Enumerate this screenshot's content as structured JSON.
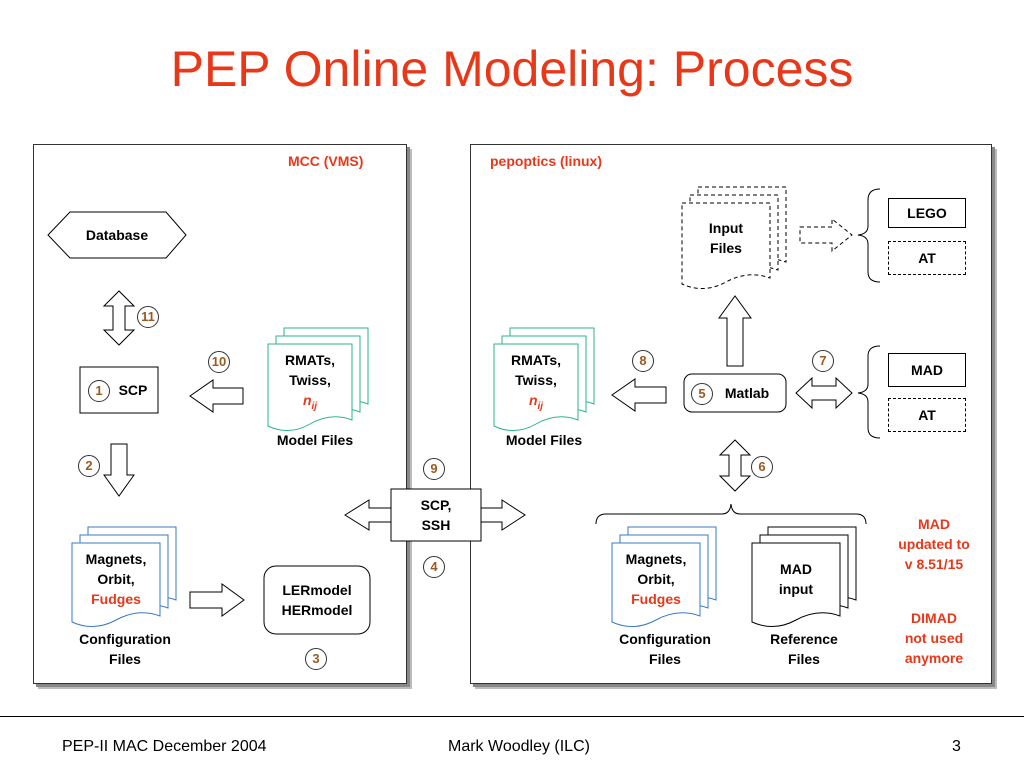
{
  "title": "PEP Online Modeling: Process",
  "left_panel": {
    "title": "MCC (VMS)",
    "database": "Database",
    "scp_label": "SCP",
    "model_files": {
      "line1": "RMATs,",
      "line2": "Twiss,",
      "line3": "n",
      "sub": "ij"
    },
    "model_files_caption": "Model Files",
    "config_files": {
      "line1": "Magnets,",
      "line2": "Orbit,",
      "line3": "Fudges"
    },
    "config_caption_1": "Configuration",
    "config_caption_2": "Files",
    "ler_model": "LERmodel",
    "her_model": "HERmodel"
  },
  "right_panel": {
    "title": "pepoptics (linux)",
    "input_files_1": "Input",
    "input_files_2": "Files",
    "lego": "LEGO",
    "at_top": "AT",
    "mad": "MAD",
    "at_mid": "AT",
    "matlab": "Matlab",
    "model_files": {
      "line1": "RMATs,",
      "line2": "Twiss,",
      "line3": "n",
      "sub": "ij"
    },
    "model_files_caption": "Model Files",
    "config_files": {
      "line1": "Magnets,",
      "line2": "Orbit,",
      "line3": "Fudges"
    },
    "config_caption_1": "Configuration",
    "config_caption_2": "Files",
    "mad_input_1": "MAD",
    "mad_input_2": "input",
    "ref_caption_1": "Reference",
    "ref_caption_2": "Files",
    "note_mad_1": "MAD",
    "note_mad_2": "updated to",
    "note_mad_3": "v 8.51/15",
    "note_dimad_1": "DIMAD",
    "note_dimad_2": "not used",
    "note_dimad_3": "anymore"
  },
  "transfer": {
    "line1": "SCP,",
    "line2": "SSH"
  },
  "steps": {
    "s1": "1",
    "s2": "2",
    "s3": "3",
    "s4": "4",
    "s5": "5",
    "s6": "6",
    "s7": "7",
    "s8": "8",
    "s9": "9",
    "s10": "10",
    "s11": "11"
  },
  "footer": {
    "left": "PEP-II MAC December 2004",
    "center": "Mark Woodley (ILC)",
    "right": "3"
  },
  "colors": {
    "title": "#e8381a",
    "model_files_stack": "#2bb58a",
    "config_files_stack": "#3a78c8",
    "badge_text": "#9b5b20"
  }
}
